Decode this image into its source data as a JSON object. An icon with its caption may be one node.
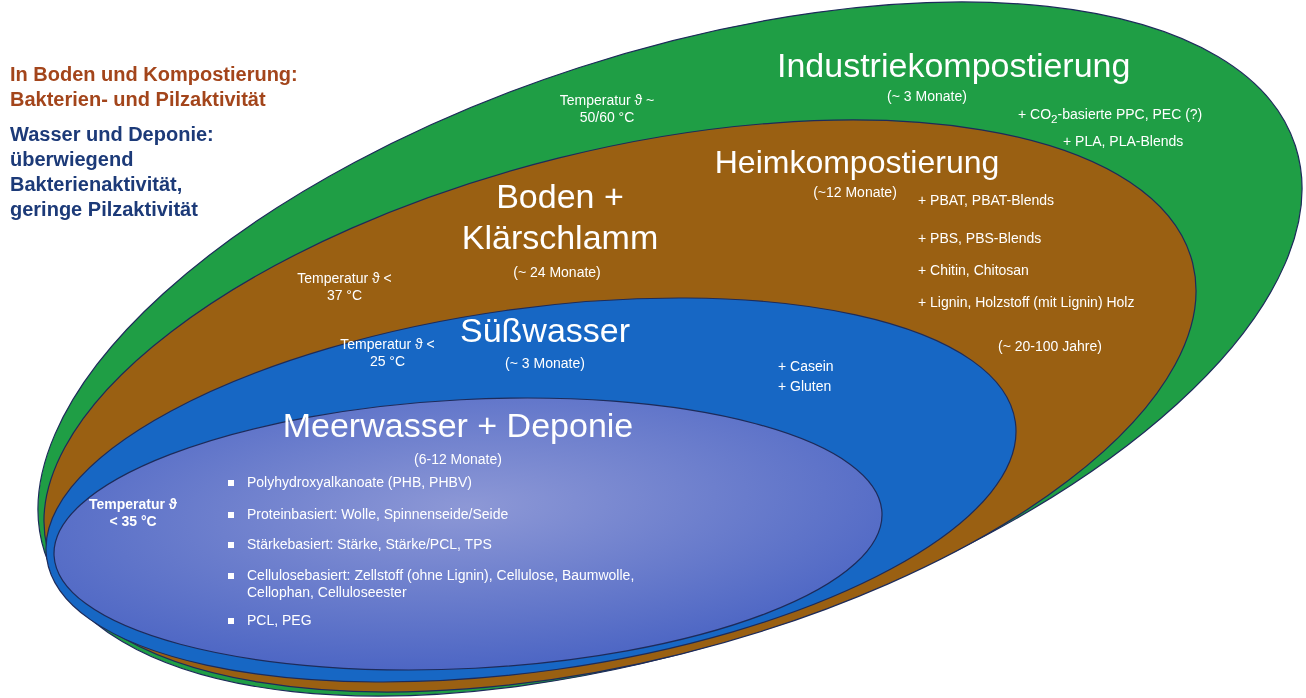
{
  "diagram": {
    "nodes": [
      {
        "text": [
          "Industriekompostierung",
          "(~ 3 Monate)",
          "Temperatur ϑ ~ 50/60 °C",
          "+ CO$_{2}$-basierte PPC, PEC (?)",
          "+ PLA, PLA-Blends"
        ]
      },
      {
        "text": [
          "Heimkompostierung",
          "(~12 Monate)",
          "Boden + Klärschlamm",
          "(~ 24 Monate)",
          "Temperatur ϑ < 37 °C",
          "+ PBAT, PBAT-Blends",
          "+ PBS, PBS-Blends",
          "+ Chitin, Chitosan",
          "+ Lignin, Holzstoff (mit Lignin) Holz",
          "(~ 20-100 Jahre)"
        ],
        "in": 0
      },
      {
        "text": [
          "Süßwasser",
          "Temperatur ϑ < 25 °C",
          "(~ 3 Monate)",
          "+ Casein",
          "+ Gluten"
        ],
        "in": 1
      },
      {
        "text": [
          "Meerwasser + Deponie",
          "(6-12 Monate)",
          "Temperatur ϑ < 35 °C",
          "Polyhydroxyalkanoate (PHB, PHBV)",
          "Proteinbasiert: Wolle, Spinnenseide/Seide",
          "Stärkebasiert: Stärke, Stärke/PCL, TPS",
          "Cellulosebasiert: Zellstoff (ohne Lignin), Cellulose, Baumwolle, Cellophan, Celluloseester",
          "PCL, PEG"
        ],
        "in": 2
      }
    ],
    "edges": [],
    "labels": [
      "In Boden und Kompostierung: Bakterien- und Pilzaktivität",
      "Wasser und Deponie: überwiegend Bakterienaktivität, geringe Pilzaktivität"
    ]
  }
}
